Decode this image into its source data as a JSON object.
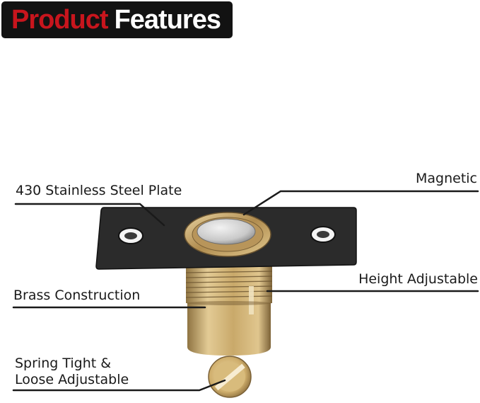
{
  "header": {
    "word1": "Product",
    "word2": "Features",
    "word1_color": "#c8151d",
    "word2_color": "#ffffff",
    "background": "#121212"
  },
  "labels": {
    "steel_plate": "430 Stainless Steel Plate",
    "magnetic": "Magnetic",
    "height_adjustable": "Height Adjustable",
    "brass": "Brass Construction",
    "spring_line1": "Spring Tight &",
    "spring_line2": "Loose Adjustable"
  },
  "colors": {
    "plate": "#2b2b2b",
    "brass": "#c9a96a",
    "magnet": "#d6d6d6",
    "leader": "#1a1a1a"
  }
}
